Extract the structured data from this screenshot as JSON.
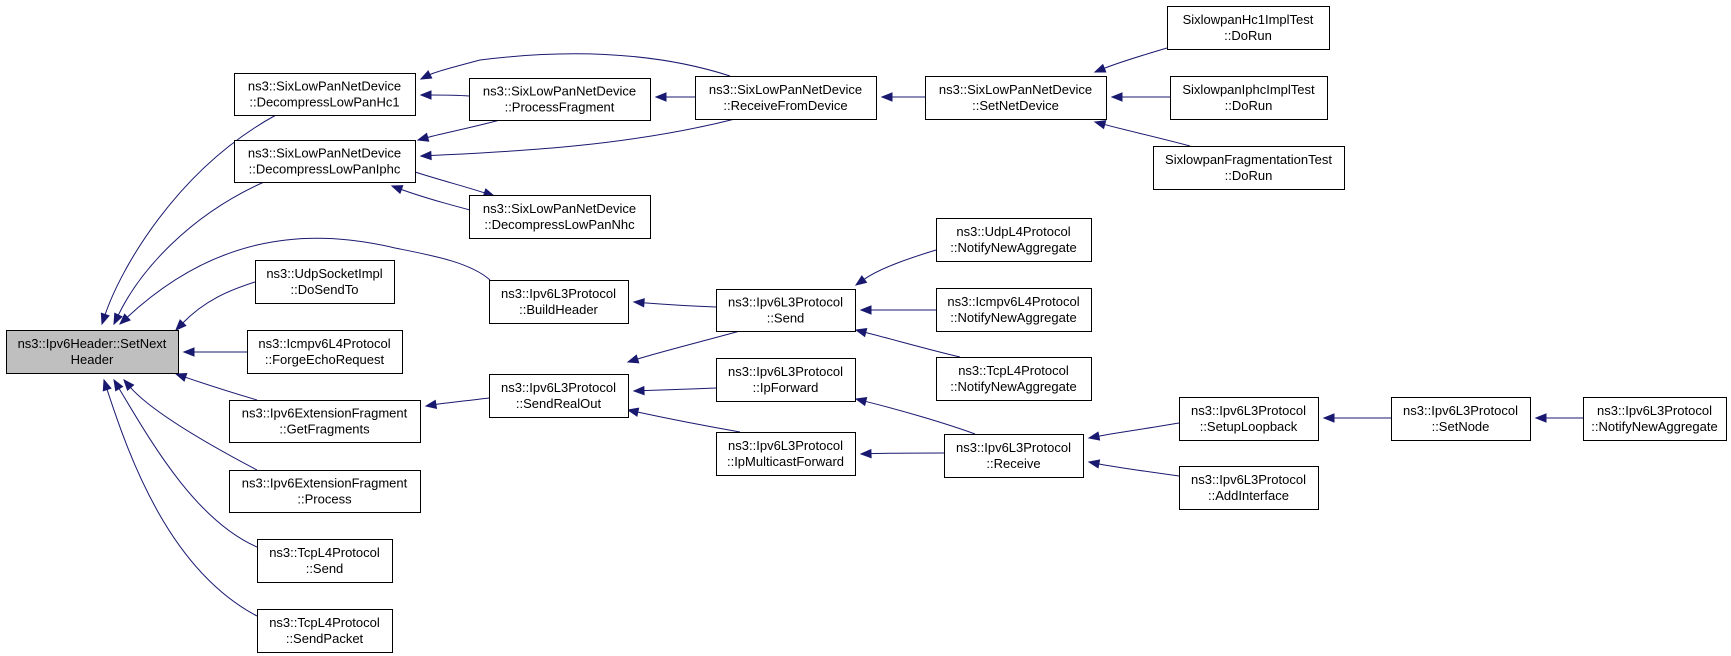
{
  "graph": {
    "edge_color": "#191970",
    "root_fill": "#bfbfbf",
    "node_fill": "#ffffff",
    "nodes": [
      {
        "id": "setnextheader",
        "lines": [
          "ns3::Ipv6Header::SetNext",
          "Header"
        ],
        "root": true
      },
      {
        "id": "decompress-hc1",
        "lines": [
          "ns3::SixLowPanNetDevice",
          "::DecompressLowPanHc1"
        ]
      },
      {
        "id": "decompress-iphc",
        "lines": [
          "ns3::SixLowPanNetDevice",
          "::DecompressLowPanIphc"
        ]
      },
      {
        "id": "udpsocket-dosendto",
        "lines": [
          "ns3::UdpSocketImpl",
          "::DoSendTo"
        ]
      },
      {
        "id": "icmpv6-forgeecho",
        "lines": [
          "ns3::Icmpv6L4Protocol",
          "::ForgeEchoRequest"
        ]
      },
      {
        "id": "extfrag-getfragments",
        "lines": [
          "ns3::Ipv6ExtensionFragment",
          "::GetFragments"
        ]
      },
      {
        "id": "extfrag-process",
        "lines": [
          "ns3::Ipv6ExtensionFragment",
          "::Process"
        ]
      },
      {
        "id": "tcp-send",
        "lines": [
          "ns3::TcpL4Protocol",
          "::Send"
        ]
      },
      {
        "id": "tcp-sendpacket",
        "lines": [
          "ns3::TcpL4Protocol",
          "::SendPacket"
        ]
      },
      {
        "id": "processfragment",
        "lines": [
          "ns3::SixLowPanNetDevice",
          "::ProcessFragment"
        ]
      },
      {
        "id": "decompress-nhc",
        "lines": [
          "ns3::SixLowPanNetDevice",
          "::DecompressLowPanNhc"
        ]
      },
      {
        "id": "buildheader",
        "lines": [
          "ns3::Ipv6L3Protocol",
          "::BuildHeader"
        ]
      },
      {
        "id": "sendrealout",
        "lines": [
          "ns3::Ipv6L3Protocol",
          "::SendRealOut"
        ]
      },
      {
        "id": "receivefromdevice",
        "lines": [
          "ns3::SixLowPanNetDevice",
          "::ReceiveFromDevice"
        ]
      },
      {
        "id": "ipv6l3-send",
        "lines": [
          "ns3::Ipv6L3Protocol",
          "::Send"
        ]
      },
      {
        "id": "ipforward",
        "lines": [
          "ns3::Ipv6L3Protocol",
          "::IpForward"
        ]
      },
      {
        "id": "ipmulticastforward",
        "lines": [
          "ns3::Ipv6L3Protocol",
          "::IpMulticastForward"
        ]
      },
      {
        "id": "setnetdevice",
        "lines": [
          "ns3::SixLowPanNetDevice",
          "::SetNetDevice"
        ]
      },
      {
        "id": "udp-notify",
        "lines": [
          "ns3::UdpL4Protocol",
          "::NotifyNewAggregate"
        ]
      },
      {
        "id": "icmpv6-notify",
        "lines": [
          "ns3::Icmpv6L4Protocol",
          "::NotifyNewAggregate"
        ]
      },
      {
        "id": "tcp-notify",
        "lines": [
          "ns3::TcpL4Protocol",
          "::NotifyNewAggregate"
        ]
      },
      {
        "id": "ipv6l3-receive",
        "lines": [
          "ns3::Ipv6L3Protocol",
          "::Receive"
        ]
      },
      {
        "id": "hc1-test",
        "lines": [
          "SixlowpanHc1ImplTest",
          "::DoRun"
        ]
      },
      {
        "id": "iphc-test",
        "lines": [
          "SixlowpanIphcImplTest",
          "::DoRun"
        ]
      },
      {
        "id": "frag-test",
        "lines": [
          "SixlowpanFragmentationTest",
          "::DoRun"
        ]
      },
      {
        "id": "setuploopback",
        "lines": [
          "ns3::Ipv6L3Protocol",
          "::SetupLoopback"
        ]
      },
      {
        "id": "addinterface",
        "lines": [
          "ns3::Ipv6L3Protocol",
          "::AddInterface"
        ]
      },
      {
        "id": "setnode",
        "lines": [
          "ns3::Ipv6L3Protocol",
          "::SetNode"
        ]
      },
      {
        "id": "ipv6l3-notify",
        "lines": [
          "ns3::Ipv6L3Protocol",
          "::NotifyNewAggregate"
        ]
      }
    ],
    "edges": [
      {
        "from": "decompress-hc1",
        "to": "setnextheader"
      },
      {
        "from": "decompress-iphc",
        "to": "setnextheader"
      },
      {
        "from": "buildheader",
        "to": "setnextheader"
      },
      {
        "from": "udpsocket-dosendto",
        "to": "setnextheader"
      },
      {
        "from": "icmpv6-forgeecho",
        "to": "setnextheader"
      },
      {
        "from": "extfrag-getfragments",
        "to": "setnextheader"
      },
      {
        "from": "extfrag-process",
        "to": "setnextheader"
      },
      {
        "from": "tcp-send",
        "to": "setnextheader"
      },
      {
        "from": "tcp-sendpacket",
        "to": "setnextheader"
      },
      {
        "from": "processfragment",
        "to": "decompress-hc1"
      },
      {
        "from": "receivefromdevice",
        "to": "decompress-hc1"
      },
      {
        "from": "processfragment",
        "to": "decompress-iphc"
      },
      {
        "from": "receivefromdevice",
        "to": "decompress-iphc"
      },
      {
        "from": "decompress-nhc",
        "to": "decompress-iphc"
      },
      {
        "from": "decompress-iphc",
        "to": "decompress-nhc"
      },
      {
        "from": "receivefromdevice",
        "to": "processfragment"
      },
      {
        "from": "setnetdevice",
        "to": "receivefromdevice"
      },
      {
        "from": "hc1-test",
        "to": "setnetdevice"
      },
      {
        "from": "iphc-test",
        "to": "setnetdevice"
      },
      {
        "from": "frag-test",
        "to": "setnetdevice"
      },
      {
        "from": "ipv6l3-send",
        "to": "buildheader"
      },
      {
        "from": "udp-notify",
        "to": "ipv6l3-send"
      },
      {
        "from": "icmpv6-notify",
        "to": "ipv6l3-send"
      },
      {
        "from": "tcp-notify",
        "to": "ipv6l3-send"
      },
      {
        "from": "sendrealout",
        "to": "extfrag-getfragments"
      },
      {
        "from": "ipv6l3-send",
        "to": "sendrealout"
      },
      {
        "from": "ipforward",
        "to": "sendrealout"
      },
      {
        "from": "ipmulticastforward",
        "to": "sendrealout"
      },
      {
        "from": "ipv6l3-receive",
        "to": "ipforward"
      },
      {
        "from": "ipv6l3-receive",
        "to": "ipmulticastforward"
      },
      {
        "from": "setuploopback",
        "to": "ipv6l3-receive"
      },
      {
        "from": "addinterface",
        "to": "ipv6l3-receive"
      },
      {
        "from": "setnode",
        "to": "setuploopback"
      },
      {
        "from": "ipv6l3-notify",
        "to": "setnode"
      }
    ]
  }
}
